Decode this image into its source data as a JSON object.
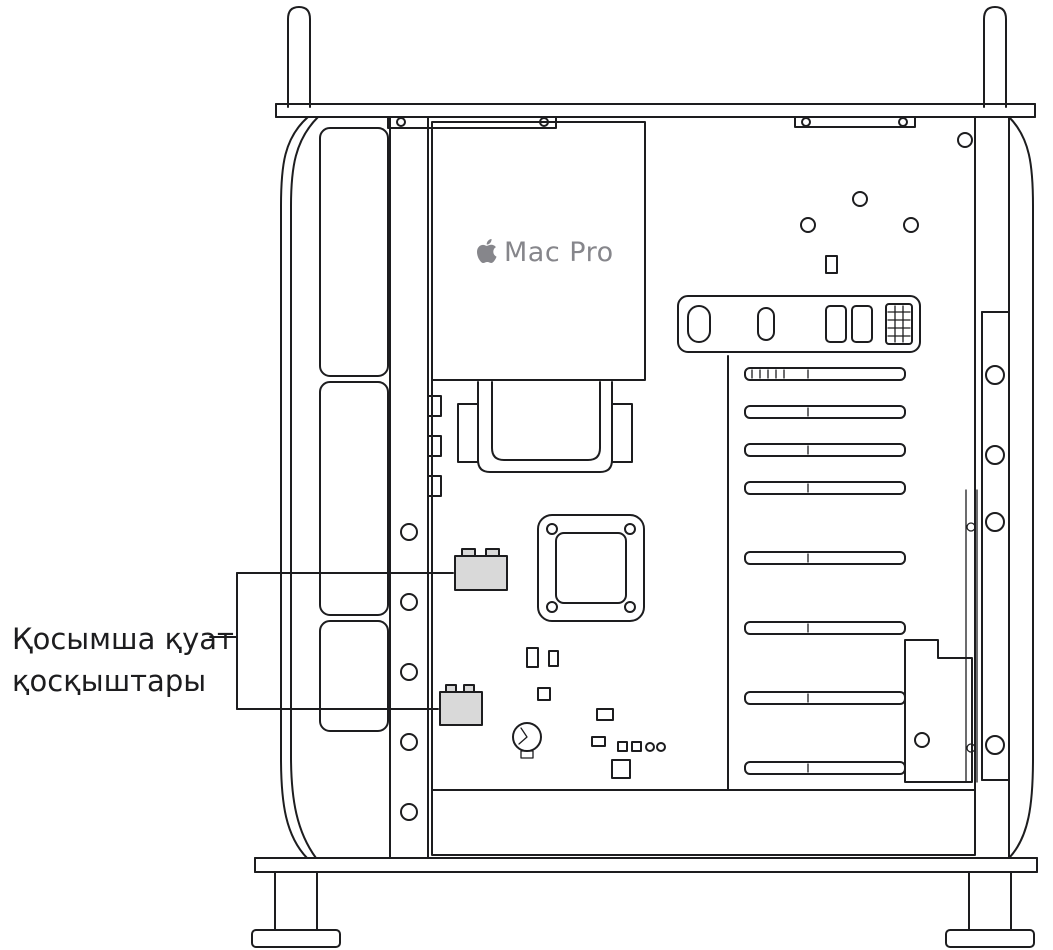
{
  "diagram": {
    "board": {
      "logo_text": "Mac Pro",
      "logo_icon": "apple-logo-icon"
    },
    "callout": {
      "text": "Қосымша қуат қосқыштары",
      "line1": "Қосымша қуат",
      "line2": "қосқыштары"
    },
    "colors": {
      "line": "#1d1d1f",
      "logo_gray": "#86868b",
      "connector_fill": "#d9d9d9",
      "background": "#ffffff"
    }
  }
}
